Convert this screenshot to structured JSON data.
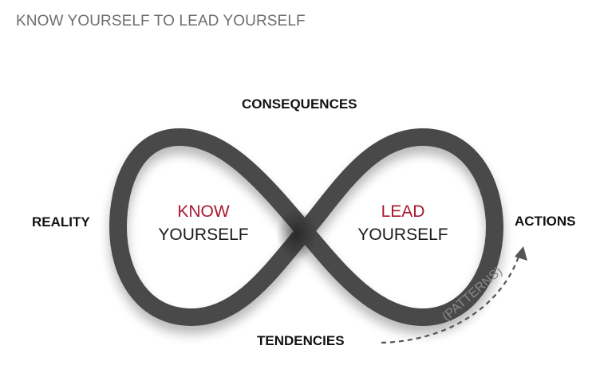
{
  "header": {
    "title": "KNOW YOURSELF TO LEAD YOURSELF"
  },
  "diagram": {
    "labels": {
      "top": "CONSEQUENCES",
      "left": "REALITY",
      "right": "ACTIONS",
      "bottom": "TENDENCIES"
    },
    "left_loop": {
      "accent_text": "KNOW",
      "text": "YOURSELF"
    },
    "right_loop": {
      "accent_text": "LEAD",
      "text": "YOURSELF"
    },
    "arrow_label": "(PATTERNS)"
  },
  "colors": {
    "loop": "#4a4a4a",
    "accent": "#a6192e",
    "arrow": "#555555"
  }
}
